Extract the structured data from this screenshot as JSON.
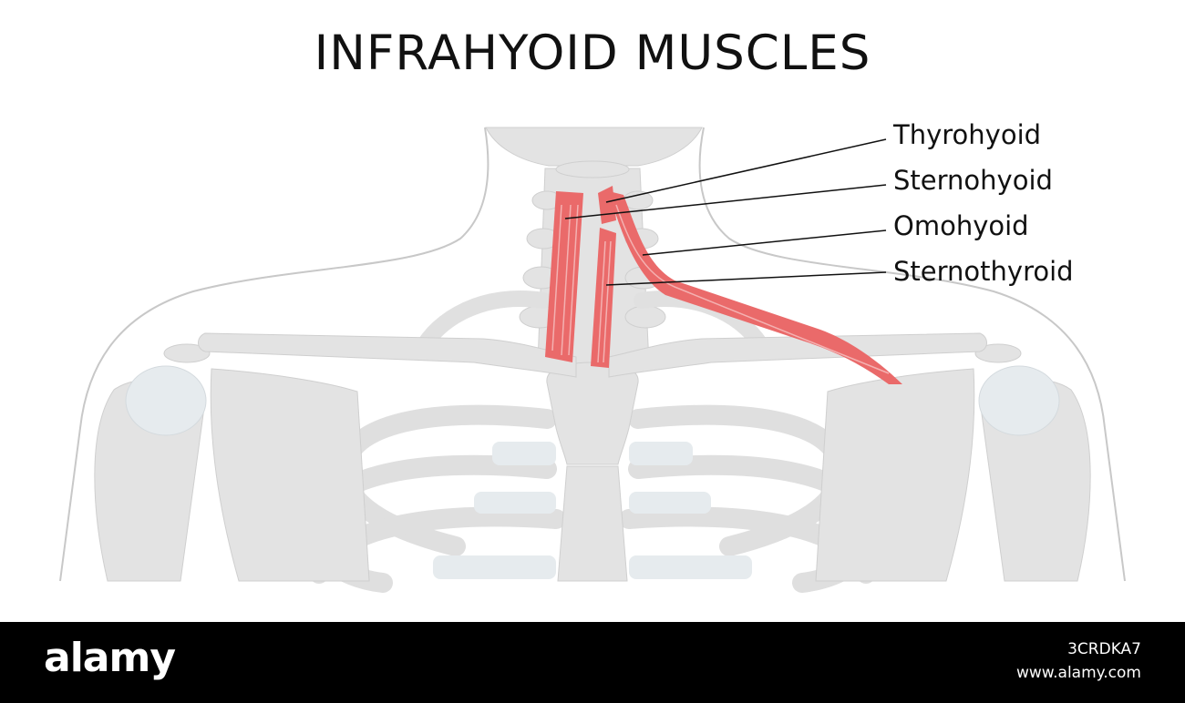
{
  "title": "INFRAHYOID MUSCLES",
  "labels": [
    "Thyrohyoid",
    "Sternohyoid",
    "Omohyoid",
    "Sternothyroid"
  ],
  "watermark": {
    "brand": "alamy",
    "image_id": "3CRDKA7",
    "site": "www.alamy.com"
  },
  "colors": {
    "bone": "#e3e3e3",
    "bone_outline": "#cfcfcf",
    "cartilage": "#e6ebee",
    "muscle": "#ea6a6a",
    "muscle_fiber": "#f4b1b1",
    "body_outline": "#c8c8c8",
    "leader_line": "#111111",
    "footer": "#000000"
  }
}
